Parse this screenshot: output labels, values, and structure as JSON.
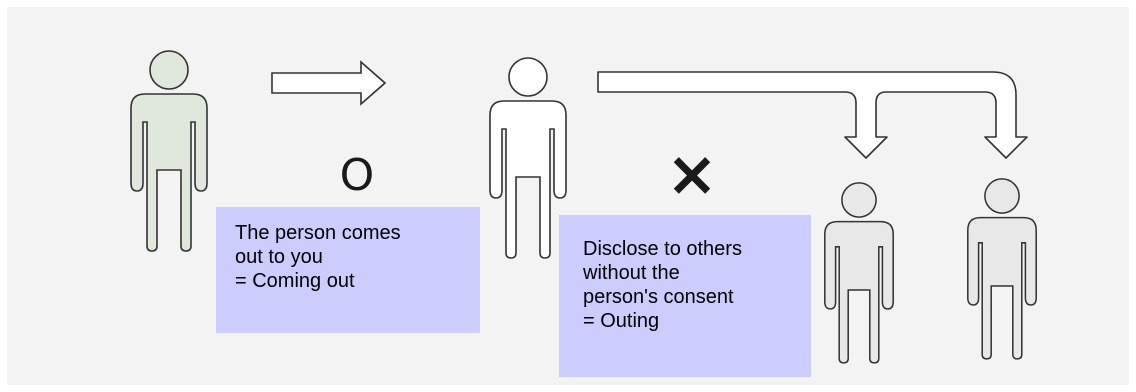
{
  "coming_out": {
    "mark": "O",
    "lines": [
      "The person comes",
      "out to you",
      "= Coming out"
    ]
  },
  "outing": {
    "mark": "×",
    "lines": [
      "Disclose to others",
      "without the",
      "person's consent",
      "= Outing"
    ]
  },
  "colors": {
    "background": "#f4f3f3",
    "speaker_fill": "#dfe8db",
    "listener_fill": "#ffffff",
    "others_fill": "#e8e8e8",
    "outline": "#333333",
    "label_box": "#ccccff"
  }
}
